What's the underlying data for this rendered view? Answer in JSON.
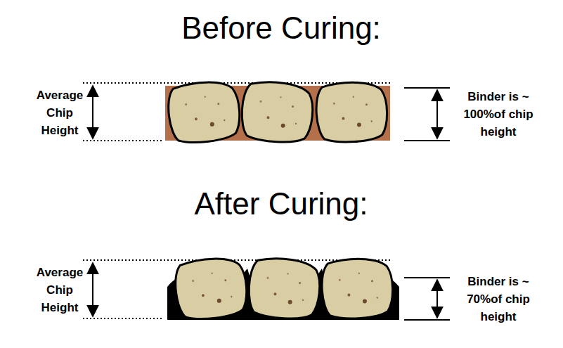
{
  "diagram": {
    "labels": [
      "Before Curing:",
      "Average Chip Height",
      "Binder is ~ 100%of chip height",
      "After Curing:",
      "Average Chip Height",
      "Binder is ~ 70%of chip height"
    ]
  }
}
